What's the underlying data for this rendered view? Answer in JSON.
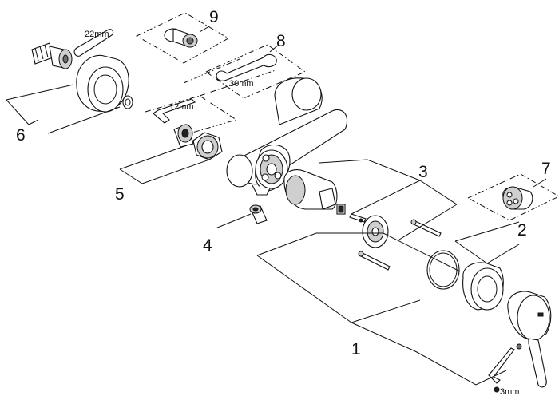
{
  "callouts": [
    {
      "id": "1",
      "label": "1"
    },
    {
      "id": "2",
      "label": "2"
    },
    {
      "id": "3",
      "label": "3"
    },
    {
      "id": "4",
      "label": "4"
    },
    {
      "id": "5",
      "label": "5"
    },
    {
      "id": "6",
      "label": "6"
    },
    {
      "id": "7",
      "label": "7"
    },
    {
      "id": "8",
      "label": "8"
    },
    {
      "id": "9",
      "label": "9"
    }
  ],
  "tool_sizes": {
    "wrench_22": "22mm",
    "wrench_30": "30mm",
    "hex_key_12": "12mm",
    "hex_key_3": "3mm"
  }
}
